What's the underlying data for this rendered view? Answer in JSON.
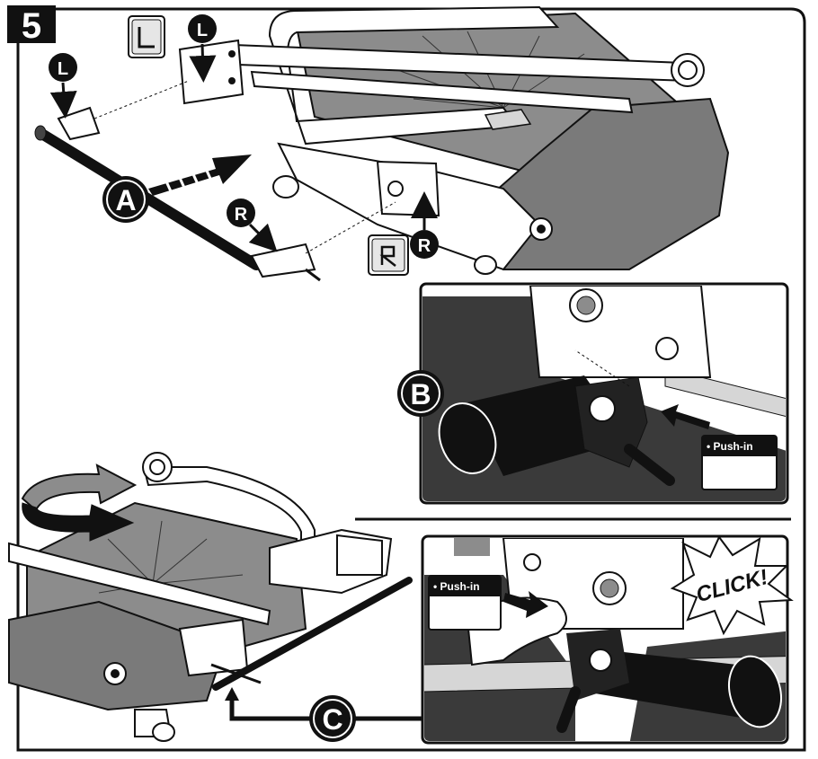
{
  "step": {
    "number": "5"
  },
  "callouts": {
    "A": "A",
    "B": "B",
    "C": "C",
    "L": "L",
    "R": "R"
  },
  "push_in": {
    "label_b": "• Push-in",
    "label_c": "• Push-in"
  },
  "click": {
    "text": "CLICK!"
  },
  "colors": {
    "outline": "#111111",
    "fabric": "#8c8c8c",
    "fabric_dark": "#5a5a5a",
    "frame": "#ffffff",
    "floor": "#3a3a3a",
    "tube": "#111111",
    "light_gray": "#d6d6d6"
  }
}
